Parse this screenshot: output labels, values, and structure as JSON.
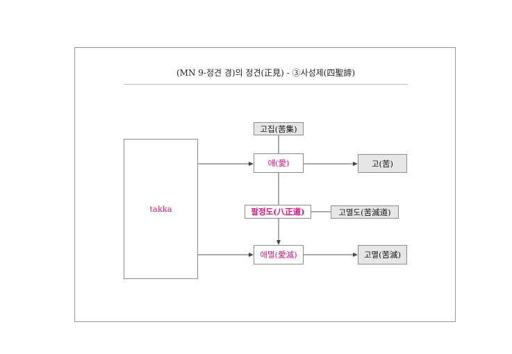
{
  "title": "(MN 9-정견 경)의 정견(正見) - ③사성제(四聖諦)",
  "nodes": {
    "takka": "takka",
    "gojip": "고집(苦集)",
    "ae": "애(愛)",
    "go": "고(苦)",
    "paljeongdo": "팔정도(八正道)",
    "gomyeoldo": "고멸도(苦滅道)",
    "aemyeol": "애멸(愛滅)",
    "gomyeol": "고멸(苦滅)"
  },
  "colors": {
    "accent_pink": "#d4157f",
    "box_gray": "#e6e6e6",
    "line": "#555555"
  }
}
